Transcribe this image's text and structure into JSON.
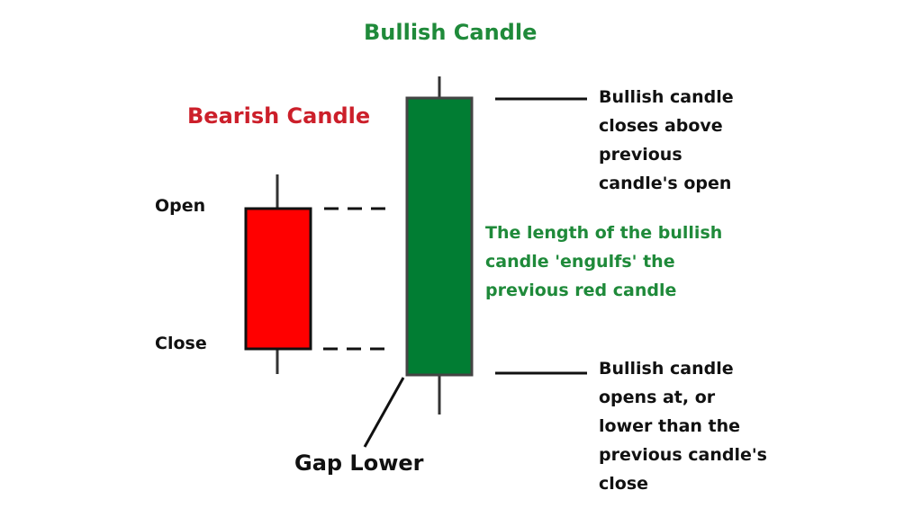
{
  "colors": {
    "bullish": "#1f8a3a",
    "bearish": "#cc1f2a",
    "red_body": "#ff0000",
    "green_body": "#017d33"
  },
  "titles": {
    "bullish": "Bullish Candle",
    "bearish": "Bearish Candle"
  },
  "labels": {
    "open": "Open",
    "close": "Close",
    "gap": "Gap Lower"
  },
  "notes": {
    "top": [
      "Bullish candle",
      "closes above",
      "previous",
      "candle's open"
    ],
    "middle": [
      "The length of the bullish",
      "candle 'engulfs' the",
      "previous red candle"
    ],
    "bottom": [
      "Bullish candle",
      "opens at, or",
      "lower than the",
      "previous candle's",
      "close"
    ]
  }
}
